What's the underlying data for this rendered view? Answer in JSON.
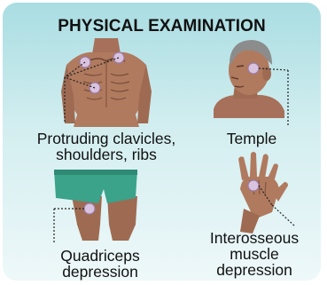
{
  "title": "PHYSICAL EXAMINATION",
  "regions": [
    {
      "key": "torso",
      "label_line1": "Protruding clavicles,",
      "label_line2": "shoulders, ribs"
    },
    {
      "key": "temple",
      "label_line1": "Temple"
    },
    {
      "key": "quadriceps",
      "label_line1": "Quadriceps",
      "label_line2": "depression"
    },
    {
      "key": "hand",
      "label_line1": "Interosseous",
      "label_line2": "muscle",
      "label_line3": "depression"
    }
  ],
  "colors": {
    "background_top": "#a9dde2",
    "skin": "#b07a5f",
    "shorts": "#3aa38a",
    "hair": "#8c8c8c",
    "marker": "#d9c3df"
  }
}
